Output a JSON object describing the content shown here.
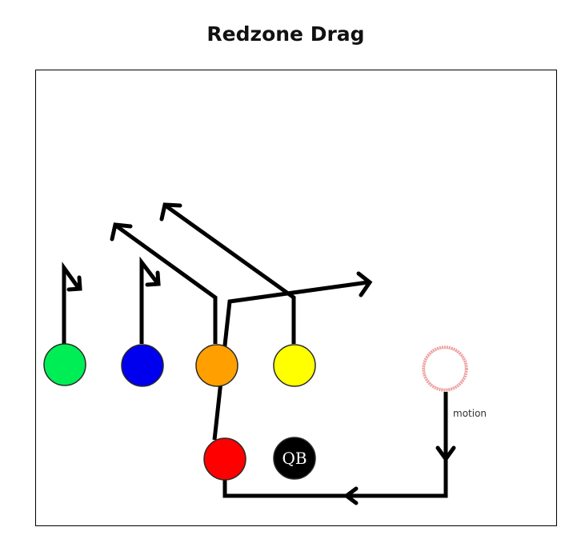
{
  "play": {
    "title": "Redzone Drag"
  },
  "players": {
    "green": {
      "color": "#00ee55"
    },
    "blue": {
      "color": "#0000ee"
    },
    "orange": {
      "color": "#ffa000"
    },
    "yellow": {
      "color": "#ffff00"
    },
    "red": {
      "color": "#ff0000"
    },
    "qb": {
      "color": "#000000",
      "label": "QB"
    },
    "motion_start": {
      "color": "#f0a0a0"
    }
  },
  "annotations": {
    "motion_label": "motion"
  },
  "colors": {
    "route": "#000000",
    "field_border": "#000000",
    "background": "#ffffff"
  }
}
